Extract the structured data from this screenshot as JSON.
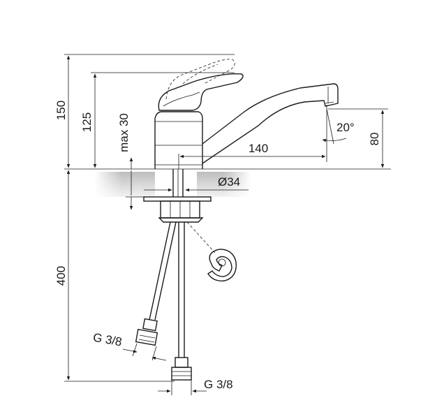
{
  "dimensions": {
    "height_total": "150",
    "height_handle": "125",
    "deck_thickness": "max 30",
    "spout_reach": "140",
    "spout_angle": "20°",
    "spout_height": "80",
    "base_diameter": "Ø34",
    "hose_length": "400",
    "thread_left": "G 3/8",
    "thread_bottom": "G 3/8"
  }
}
